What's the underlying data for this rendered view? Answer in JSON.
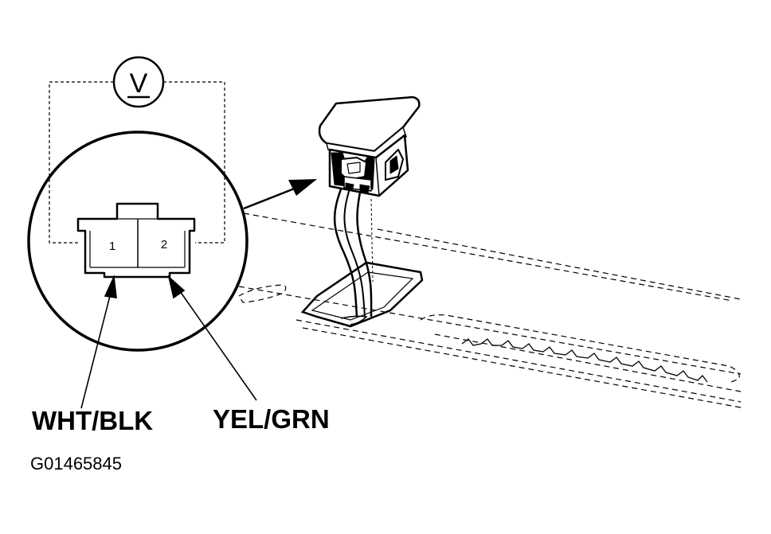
{
  "diagram": {
    "voltmeter_symbol": "V",
    "pins": [
      {
        "number": "1",
        "wire": "WHT/BLK"
      },
      {
        "number": "2",
        "wire": "YEL/GRN"
      }
    ],
    "figure_code": "G01465845",
    "icons": [
      "voltmeter-icon",
      "connector-icon",
      "switch-assembly-icon"
    ]
  }
}
